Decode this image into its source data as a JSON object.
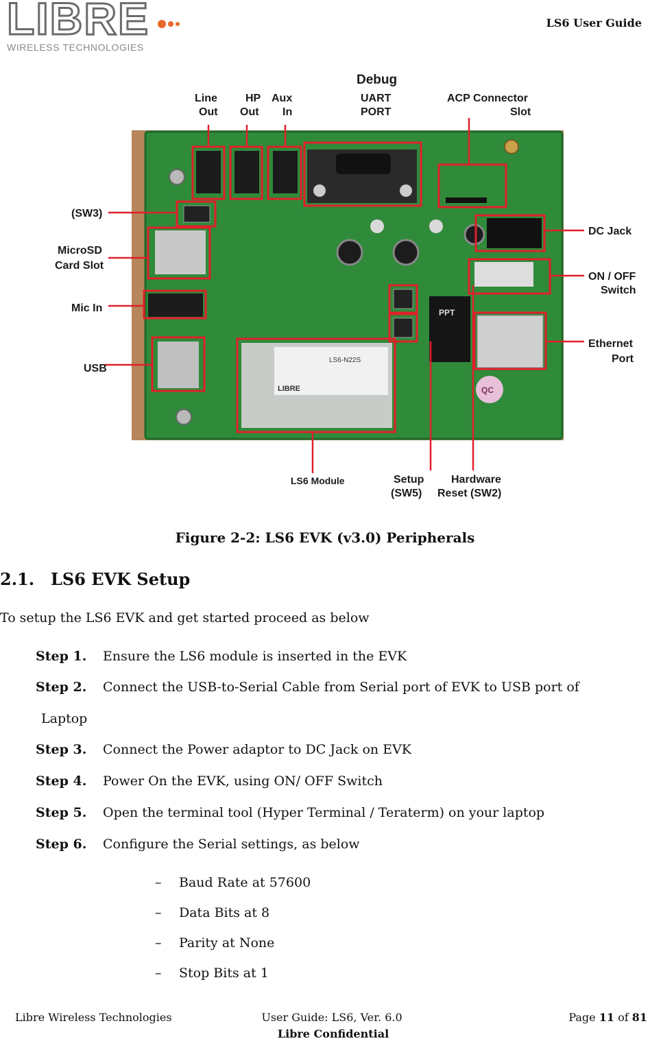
{
  "header": {
    "logo_word": "LIBRE",
    "logo_sub": "WIRELESS TECHNOLOGIES",
    "guide_title": "LS6 User Guide"
  },
  "figure": {
    "labels": {
      "line_out_1": "Line",
      "line_out_2": "Out",
      "hp_out_1": "HP",
      "hp_out_2": "Out",
      "aux_in_1": "Aux",
      "aux_in_2": "In",
      "debug": "Debug",
      "uart_1": "UART",
      "uart_2": "PORT",
      "acp_1": "ACP Connector",
      "acp_2": "Slot",
      "sw3": "(SW3)",
      "microsd_1": "MicroSD",
      "microsd_2": "Card Slot",
      "mic_in": "Mic In",
      "usb": "USB",
      "dc_jack": "DC Jack",
      "onoff_1": "ON / OFF",
      "onoff_2": "Switch",
      "ethernet_1": "Ethernet",
      "ethernet_2": "Port",
      "ls6_module": "LS6 Module",
      "setup_1": "Setup",
      "setup_2": "(SW5)",
      "hw_reset_1": "Hardware",
      "hw_reset_2": "Reset (SW2)"
    },
    "module_text": "LS6-N22S",
    "module_brand": "LIBRE",
    "transformer_text": "PPT",
    "qc_text": "QC",
    "colors": {
      "pcb": "#2f8a3a",
      "board_bg": "#b7865a",
      "highlight": "#e0202a"
    }
  },
  "caption": "Figure 2-2: LS6 EVK (v3.0) Peripherals",
  "section": {
    "number": "2.1.",
    "title": "LS6 EVK Setup"
  },
  "intro": "To setup the LS6 EVK and get started proceed as below",
  "steps": [
    {
      "key": "Step 1.",
      "text": "Ensure the LS6 module is inserted in the EVK"
    },
    {
      "key": "Step 2.",
      "text": "Connect the USB-to-Serial Cable from Serial port of EVK to USB port of"
    },
    {
      "key": "Step 3.",
      "text": "Connect the Power adaptor to DC Jack on EVK"
    },
    {
      "key": "Step 4.",
      "text": "Power On the EVK, using ON/ OFF Switch"
    },
    {
      "key": "Step 5.",
      "text": "Open the terminal tool (Hyper Terminal / Teraterm) on your laptop"
    },
    {
      "key": "Step 6.",
      "text": "Configure the Serial settings, as below"
    }
  ],
  "step2_continued": "Laptop",
  "bullets": [
    {
      "dash": "–",
      "text": "Baud Rate at 57600"
    },
    {
      "dash": "–",
      "text": "Data Bits at 8"
    },
    {
      "dash": "–",
      "text": "Parity at None"
    },
    {
      "dash": "–",
      "text": "Stop Bits at 1"
    }
  ],
  "footer": {
    "company": "Libre Wireless Technologies",
    "doc": "User Guide: LS6, Ver. 6.0",
    "page_prefix": "Page ",
    "page_num": "11",
    "page_of": " of ",
    "page_total": "81",
    "confidential": "Libre Confidential"
  }
}
